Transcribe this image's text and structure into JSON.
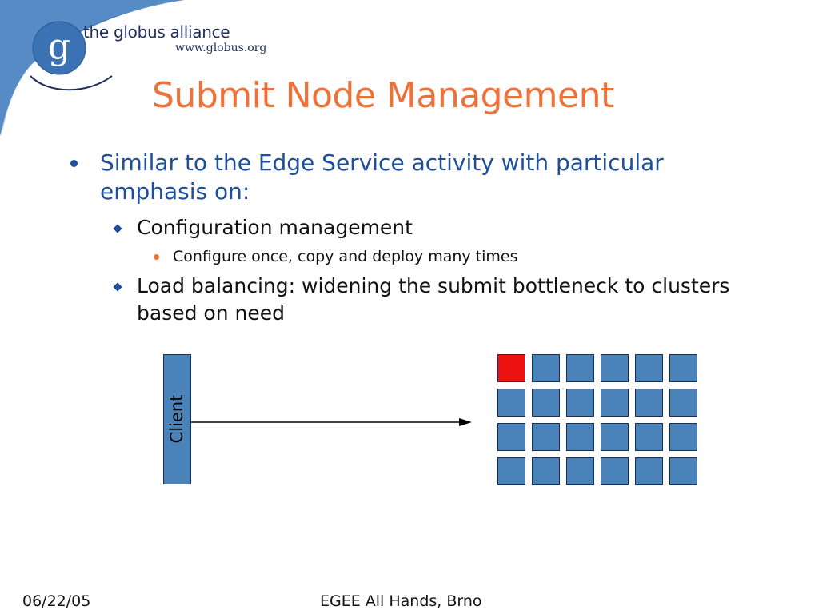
{
  "logo": {
    "letter": "g",
    "name": "the globus alliance",
    "url": "www.globus.org"
  },
  "title": "Submit Node Management",
  "bullets": {
    "main": "Similar to the Edge Service activity with particular emphasis on:",
    "sub": [
      {
        "text": "Configuration management",
        "children": [
          "Configure once, copy and deploy many times"
        ]
      },
      {
        "text": "Load balancing: widening the submit bottleneck to clusters based on need",
        "children": []
      }
    ]
  },
  "diagram": {
    "client_label": "Client",
    "grid_rows": 4,
    "grid_cols": 6,
    "highlight_cell": [
      0,
      0
    ],
    "colors": {
      "node": "#4a82ba",
      "highlight": "#ee1111",
      "border": "#1b2f55"
    }
  },
  "footer": {
    "date": "06/22/05",
    "event": "EGEE All Hands, Brno"
  },
  "theme": {
    "title_color": "#f0703a",
    "bullet_color": "#1d4f9a"
  }
}
